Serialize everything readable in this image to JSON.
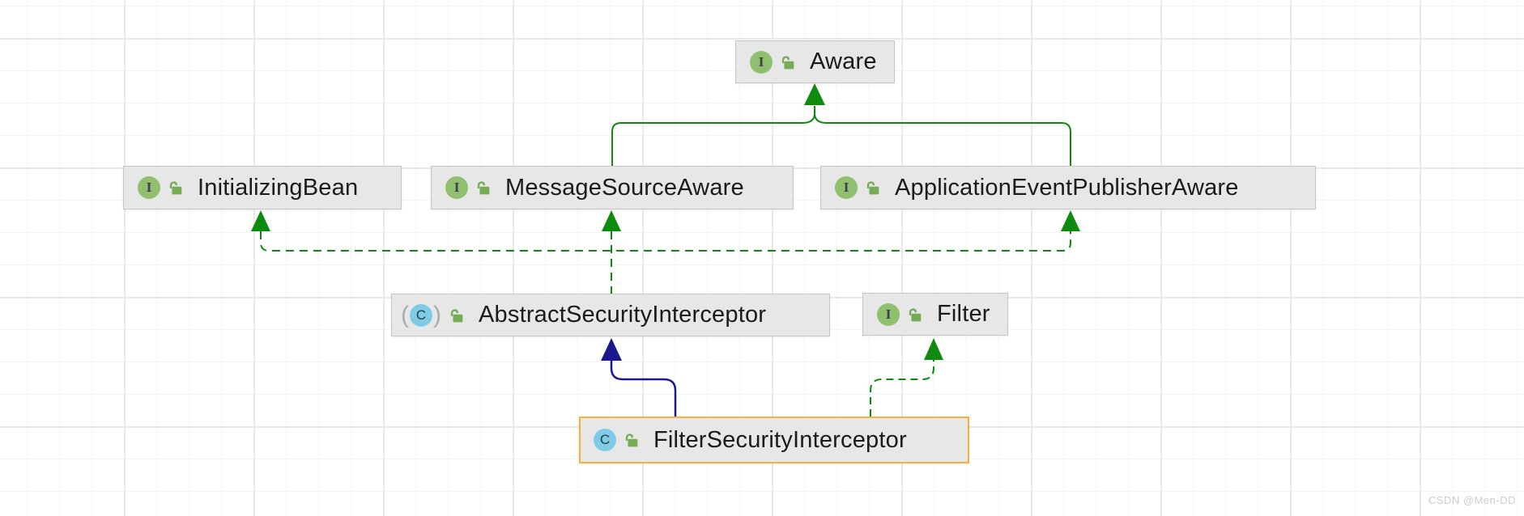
{
  "diagram_type": "class-inheritance-diagram",
  "colors": {
    "edge_green": "#0e8a0e",
    "edge_blue": "#1a1a8e",
    "node_fill": "#e7e7e7",
    "node_border": "#c6c6c6",
    "selected_border": "#f2b338",
    "interface_icon_bg": "#8fbf6f",
    "class_icon_bg": "#7fcbe6",
    "lock_icon_color": "#76ac55"
  },
  "icon_letters": {
    "interface": "I",
    "class": "C",
    "abstract_paren_open": "(",
    "abstract_paren_close": ")"
  },
  "nodes": {
    "aware": {
      "label": "Aware",
      "kind": "interface"
    },
    "initializing_bean": {
      "label": "InitializingBean",
      "kind": "interface"
    },
    "message_source_aware": {
      "label": "MessageSourceAware",
      "kind": "interface"
    },
    "application_event_publisher_aware": {
      "label": "ApplicationEventPublisherAware",
      "kind": "interface"
    },
    "abstract_security_interceptor": {
      "label": "AbstractSecurityInterceptor",
      "kind": "abstract-class"
    },
    "filter": {
      "label": "Filter",
      "kind": "interface"
    },
    "filter_security_interceptor": {
      "label": "FilterSecurityInterceptor",
      "kind": "class",
      "selected": true
    }
  },
  "edges": [
    {
      "from": "MessageSourceAware",
      "to": "Aware",
      "type": "extends",
      "style": "solid-green"
    },
    {
      "from": "ApplicationEventPublisherAware",
      "to": "Aware",
      "type": "extends",
      "style": "solid-green"
    },
    {
      "from": "AbstractSecurityInterceptor",
      "to": "InitializingBean",
      "type": "implements",
      "style": "dashed-green"
    },
    {
      "from": "AbstractSecurityInterceptor",
      "to": "MessageSourceAware",
      "type": "implements",
      "style": "dashed-green"
    },
    {
      "from": "AbstractSecurityInterceptor",
      "to": "ApplicationEventPublisherAware",
      "type": "implements",
      "style": "dashed-green"
    },
    {
      "from": "FilterSecurityInterceptor",
      "to": "AbstractSecurityInterceptor",
      "type": "extends",
      "style": "solid-blue"
    },
    {
      "from": "FilterSecurityInterceptor",
      "to": "Filter",
      "type": "implements",
      "style": "dashed-green"
    }
  ],
  "watermark": "CSDN @Men-DD"
}
